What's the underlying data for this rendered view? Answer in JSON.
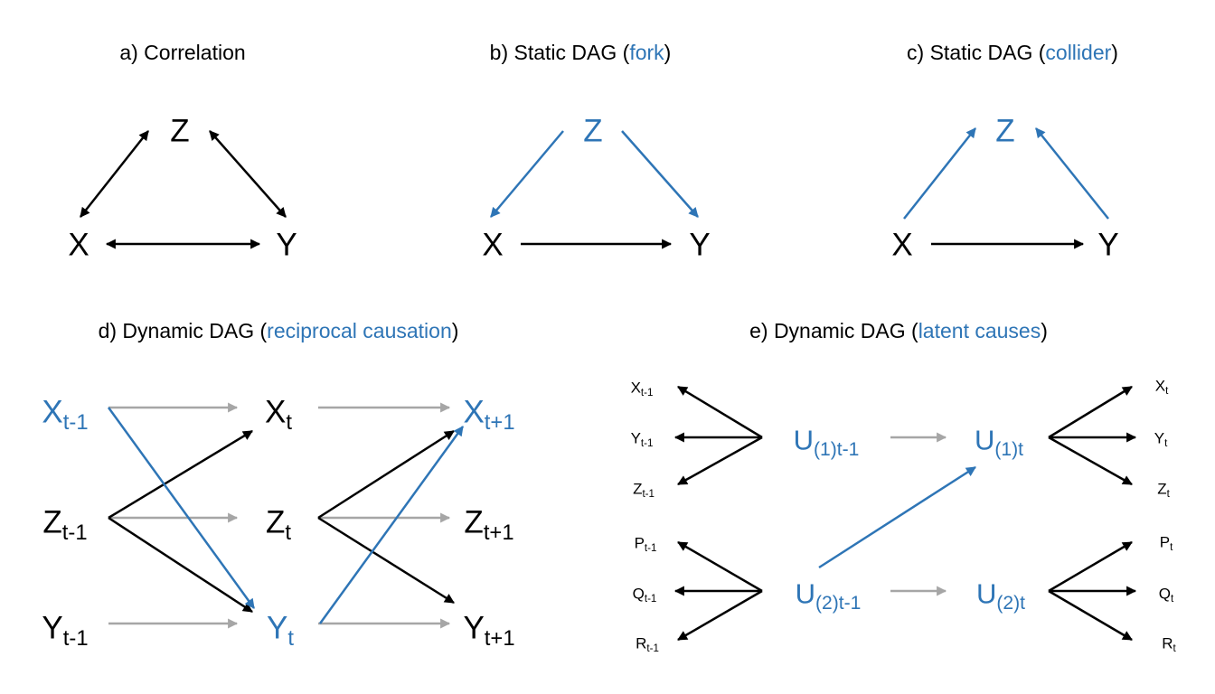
{
  "titles": {
    "a": {
      "main": "a) Correlation"
    },
    "b": {
      "pre": "b) Static DAG (",
      "hl": "fork",
      "post": ")"
    },
    "c": {
      "pre": "c) Static DAG (",
      "hl": "collider",
      "post": ")"
    },
    "d": {
      "pre": "d) Dynamic DAG (",
      "hl": "reciprocal causation",
      "post": ")"
    },
    "e": {
      "pre": "e) Dynamic DAG (",
      "hl": "latent causes",
      "post": ")"
    }
  },
  "nodes": {
    "a": {
      "z": "Z",
      "x": "X",
      "y": "Y"
    },
    "b": {
      "z": "Z",
      "x": "X",
      "y": "Y"
    },
    "c": {
      "z": "Z",
      "x": "X",
      "y": "Y"
    },
    "d": {
      "x_prev": {
        "base": "X",
        "sub": "t-1"
      },
      "z_prev": {
        "base": "Z",
        "sub": "t-1"
      },
      "y_prev": {
        "base": "Y",
        "sub": "t-1"
      },
      "x_now": {
        "base": "X",
        "sub": "t"
      },
      "z_now": {
        "base": "Z",
        "sub": "t"
      },
      "y_now": {
        "base": "Y",
        "sub": "t"
      },
      "x_next": {
        "base": "X",
        "sub": "t+1"
      },
      "z_next": {
        "base": "Z",
        "sub": "t+1"
      },
      "y_next": {
        "base": "Y",
        "sub": "t+1"
      }
    },
    "e": {
      "x_prev": {
        "base": "X",
        "sub": "t-1"
      },
      "y_prev": {
        "base": "Y",
        "sub": "t-1"
      },
      "z_prev": {
        "base": "Z",
        "sub": "t-1"
      },
      "p_prev": {
        "base": "P",
        "sub": "t-1"
      },
      "q_prev": {
        "base": "Q",
        "sub": "t-1"
      },
      "r_prev": {
        "base": "R",
        "sub": "t-1"
      },
      "u1_prev": {
        "base": "U",
        "sub": "(1)t-1"
      },
      "u2_prev": {
        "base": "U",
        "sub": "(2)t-1"
      },
      "u1_now": {
        "base": "U",
        "sub": "(1)t"
      },
      "u2_now": {
        "base": "U",
        "sub": "(2)t"
      },
      "x_now": {
        "base": "X",
        "sub": "t"
      },
      "y_now": {
        "base": "Y",
        "sub": "t"
      },
      "z_now": {
        "base": "Z",
        "sub": "t"
      },
      "p_now": {
        "base": "P",
        "sub": "t"
      },
      "q_now": {
        "base": "Q",
        "sub": "t"
      },
      "r_now": {
        "base": "R",
        "sub": "t"
      }
    }
  },
  "colors": {
    "black": "#000000",
    "blue": "#2e75b6",
    "gray": "#a6a6a6"
  }
}
